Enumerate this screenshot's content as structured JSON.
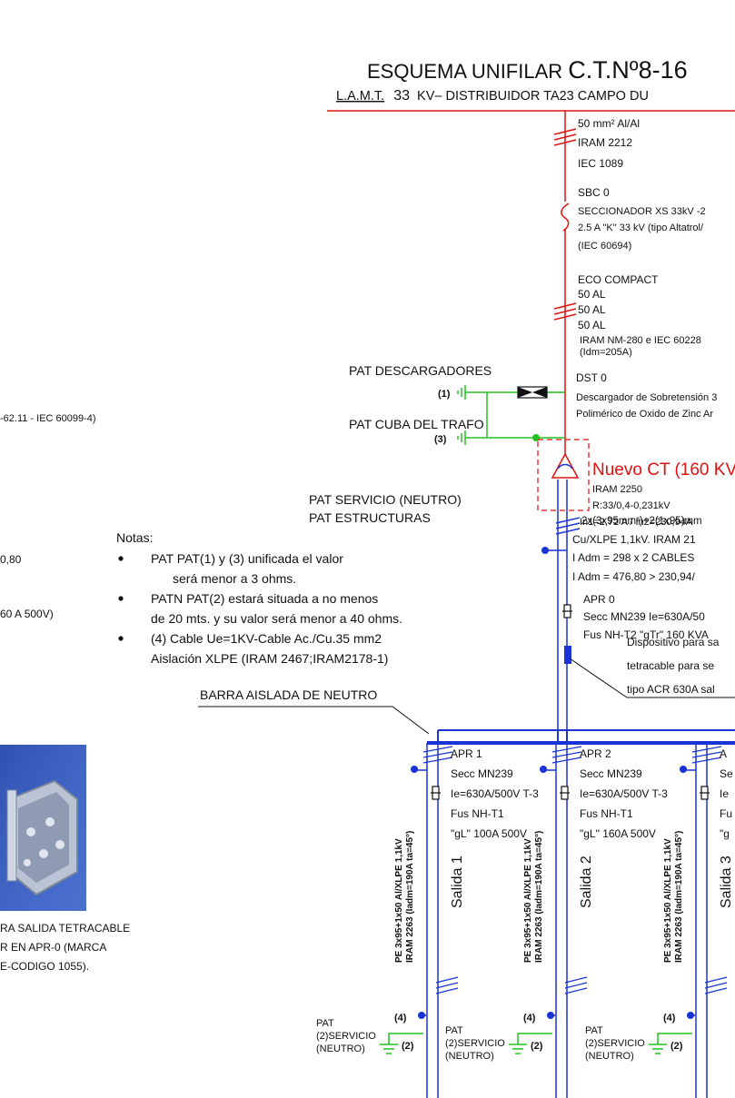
{
  "title": {
    "main_prefix": "ESQUEMA UNIFILAR",
    "main_big": "C.T.Nº8-16",
    "sub_1": "L.A.M.T.",
    "sub_2": "33",
    "sub_3": "KV– DISTRIBUIDOR TA23 CAMPO DU"
  },
  "main_line": {
    "cable": [
      "50 mm² Al/Al",
      "IRAM 2212",
      "IEC 1089"
    ],
    "sbc": [
      "SBC 0",
      "SECCIONADOR XS 33kV -2",
      "2.5 A \"K\" 33 kV (tipo Altatrol/",
      "(IEC 60694)"
    ],
    "eco": [
      "ECO COMPACT",
      "50 AL",
      "50 AL",
      "50 AL",
      "IRAM NM-280 e IEC 60228",
      "(Idm=205A)"
    ],
    "dst": [
      "DST 0",
      "Descargador de Sobretensión 3",
      "Polimérico de Oxido de Zinc Ar"
    ],
    "trafo_title": "Nuevo CT (160 KV",
    "trafo": [
      "IRAM 2250",
      "R:33/0,4-0,231kV",
      "In1=2,72 A / In2=230,94A"
    ],
    "lv_cable": [
      "2x(3x95mm²)+2(1x95)mm",
      "Cu/XLPE 1,1kV. IRAM 21",
      "I Adm = 298 x 2 CABLES",
      "I Adm = 476,80 > 230,94/"
    ],
    "apr0": [
      "APR 0",
      "Secc MN239 Ie=630A/50",
      "Fus NH-T2 \"gTr\" 160 KVA"
    ],
    "device": [
      "Dispositivo para sa",
      "tetracable para se",
      "tipo ACR 630A sal"
    ]
  },
  "pat_labels": {
    "descargadores": "PAT DESCARGADORES",
    "cuba": "PAT CUBA DEL TRAFO",
    "servicio": "PAT SERVICIO (NEUTRO)",
    "estructuras": "PAT ESTRUCTURAS",
    "mark_1": "(1)",
    "mark_3": "(3)"
  },
  "left_fragments": {
    "iec": "-62.11 - IEC 60099-4)",
    "f080": "0,80",
    "f500": "60 A  500V)",
    "photo_caption": [
      "RA SALIDA TETRACABLE",
      "R EN APR-0 (MARCA",
      "E-CODIGO 1055)."
    ]
  },
  "notes": {
    "title": "Notas:",
    "items": [
      [
        "PAT PAT(1) y (3)  unificada el valor",
        "será menor a 3 ohms."
      ],
      [
        "PATN PAT(2) estará situada a no menos",
        "de 20 mts. y su valor será menor a 40 ohms."
      ],
      [
        "(4) Cable Ue=1KV-Cable Ac./Cu.35 mm2",
        " Aislación XLPE (IRAM 2467;IRAM2178-1)"
      ]
    ]
  },
  "barra": "BARRA AISLADA DE NEUTRO",
  "outputs": [
    {
      "apr": [
        "APR 1",
        "Secc MN239",
        "Ie=630A/500V T-3",
        "Fus NH-T1",
        "\"gL\" 100A 500V"
      ],
      "salida": "Salida  1",
      "cable_a": "PE  3x95+1x50  Al/XLPE  1,1kV",
      "cable_b": "IRAM  2263  (Iadm=190A  ta=45°)",
      "mark4": "(4)",
      "mark2": "(2)",
      "pat": [
        "PAT",
        "(2)SERVICIO",
        "(NEUTRO)"
      ]
    },
    {
      "apr": [
        "APR 2",
        "Secc MN239",
        "Ie=630A/500V T-3",
        "Fus NH-T1",
        "\"gL\" 160A 500V"
      ],
      "salida": "Salida  2",
      "cable_a": "PE  3x95+1x50  Al/XLPE  1,1kV",
      "cable_b": "IRAM  2263  (Iadm=190A  ta=45°)",
      "mark4": "(4)",
      "mark2": "(2)",
      "pat": [
        "PAT",
        "(2)SERVICIO",
        "(NEUTRO)"
      ]
    },
    {
      "apr": [
        "A",
        "Se",
        "Ie",
        "Fu",
        "\"g"
      ],
      "salida": "Salida  3",
      "cable_a": "PE  3x95+1x50  Al/XLPE  1,1kV",
      "cable_b": "IRAM  2263  (Iadm=190A  ta=45°)",
      "mark4": "(4)",
      "mark2": "(2)",
      "pat": [
        "PAT",
        "(2)SERVICIO",
        "(NEUTRO)"
      ]
    }
  ],
  "colors": {
    "red": "#e0120f",
    "blue": "#1a33d6",
    "green": "#22c21e",
    "text": "#111111"
  }
}
